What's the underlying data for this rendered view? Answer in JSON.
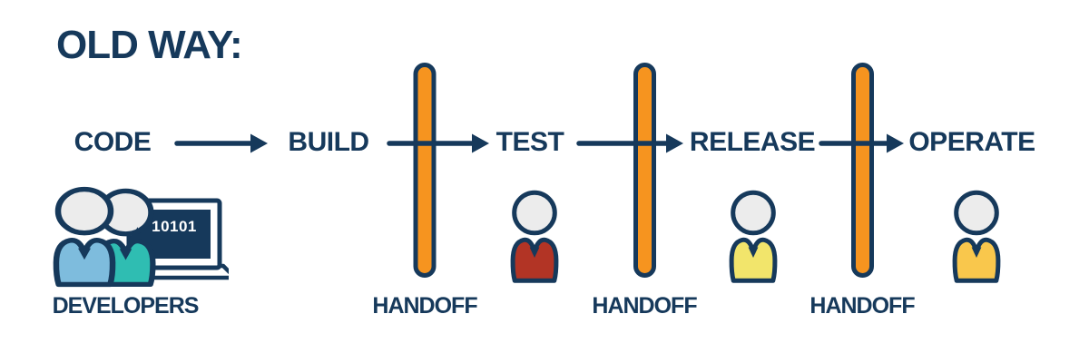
{
  "title": "OLD WAY:",
  "stages": [
    {
      "label": "CODE"
    },
    {
      "label": "BUILD"
    },
    {
      "label": "TEST"
    },
    {
      "label": "RELEASE"
    },
    {
      "label": "OPERATE"
    }
  ],
  "handoffs": [
    {
      "label": "HANDOFF"
    },
    {
      "label": "HANDOFF"
    },
    {
      "label": "HANDOFF"
    }
  ],
  "developers": {
    "label": "DEVELOPERS",
    "laptop_screen_text": "10101"
  },
  "colors": {
    "navy": "#16395B",
    "orange": "#F6941F",
    "head_gray": "#ECECEC",
    "shirt_blue": "#7EBCDD",
    "shirt_teal": "#2FBDB2",
    "shirt_red": "#B23425",
    "shirt_yellow": "#F2E56B",
    "shirt_gold": "#F9C74C",
    "screen_text": "#FFFFFF",
    "background": "#FFFFFF"
  }
}
